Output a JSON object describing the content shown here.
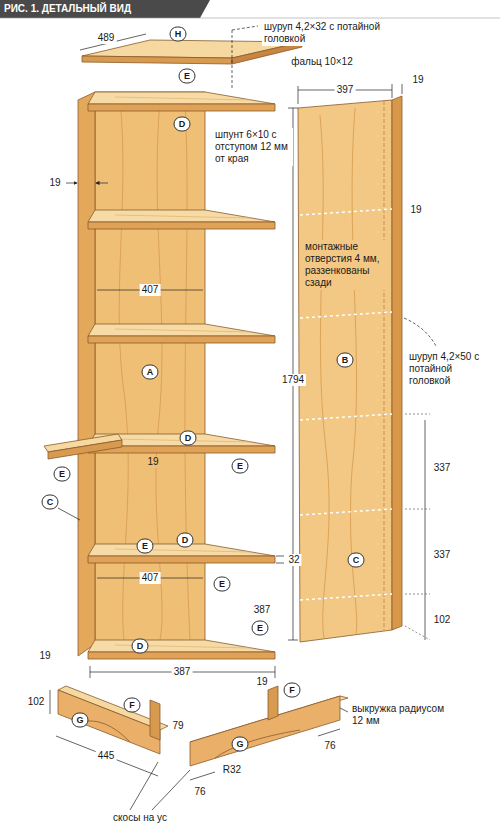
{
  "diagram": {
    "title": "РИС. 1. ДЕТАЛЬНЫЙ ВИД",
    "labels": [
      "489",
      "H",
      "шуруп 4,2×32 с потайной головкой",
      "фальц 10×12",
      "E",
      "D",
      "шпунт 6×10 с отступом 12 мм от края",
      "19",
      "397",
      "19",
      "19",
      "407",
      "A",
      "монтажные отверстия 4 мм, раззенкованы сзади",
      "1794",
      "B",
      "шуруп 4,2×50 с потайной головкой",
      "D",
      "19",
      "E",
      "E",
      "C",
      "337",
      "E",
      "D",
      "E",
      "32",
      "C",
      "337",
      "407",
      "387",
      "E",
      "D",
      "387",
      "102",
      "19",
      "19",
      "F",
      "F",
      "102",
      "G",
      "выкружка радиусом 12 мм",
      "79",
      "445",
      "G",
      "R32",
      "76",
      "76",
      "скосы на ус"
    ]
  }
}
